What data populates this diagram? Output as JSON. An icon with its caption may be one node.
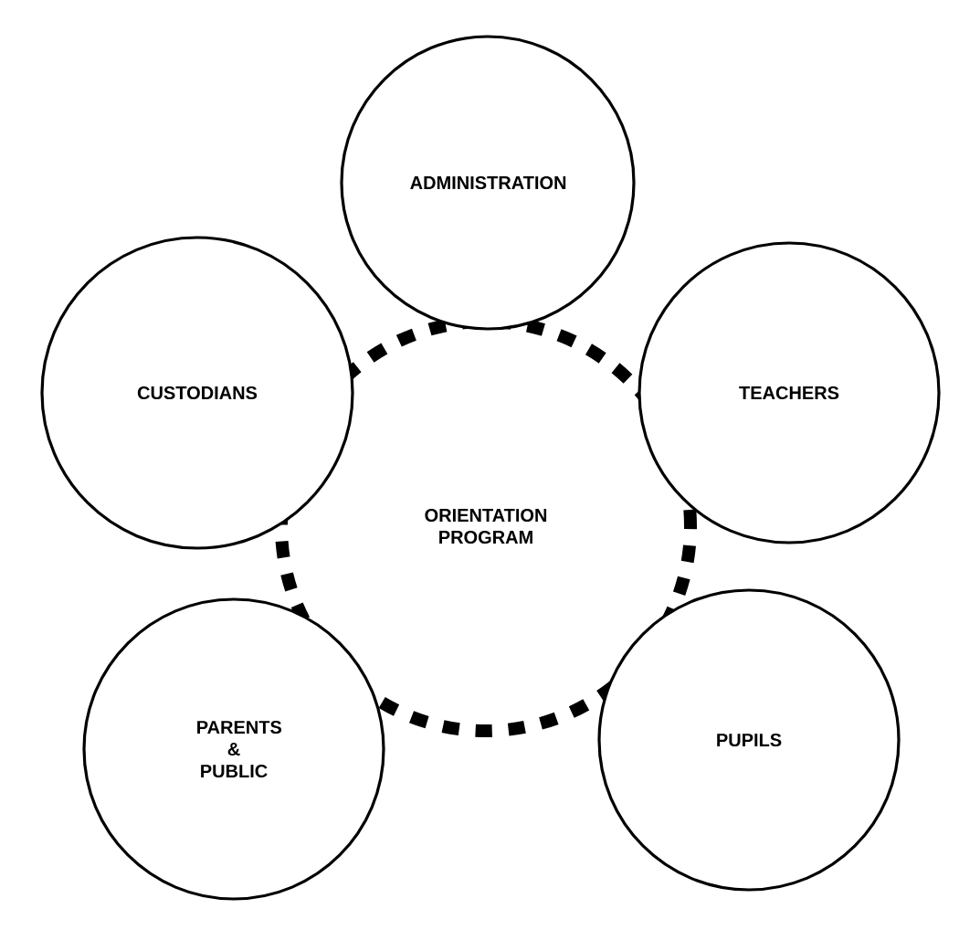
{
  "diagram": {
    "nodes": [
      {
        "text": [
          "ADMINISTRATION"
        ]
      },
      {
        "text": [
          "CUSTODIANS"
        ]
      },
      {
        "text": [
          "TEACHERS"
        ]
      },
      {
        "text": [
          "ORIENTATION PROGRAM"
        ]
      },
      {
        "text": [
          "PARENTS & PUBLIC"
        ]
      },
      {
        "text": [
          "PUPILS"
        ]
      }
    ]
  }
}
